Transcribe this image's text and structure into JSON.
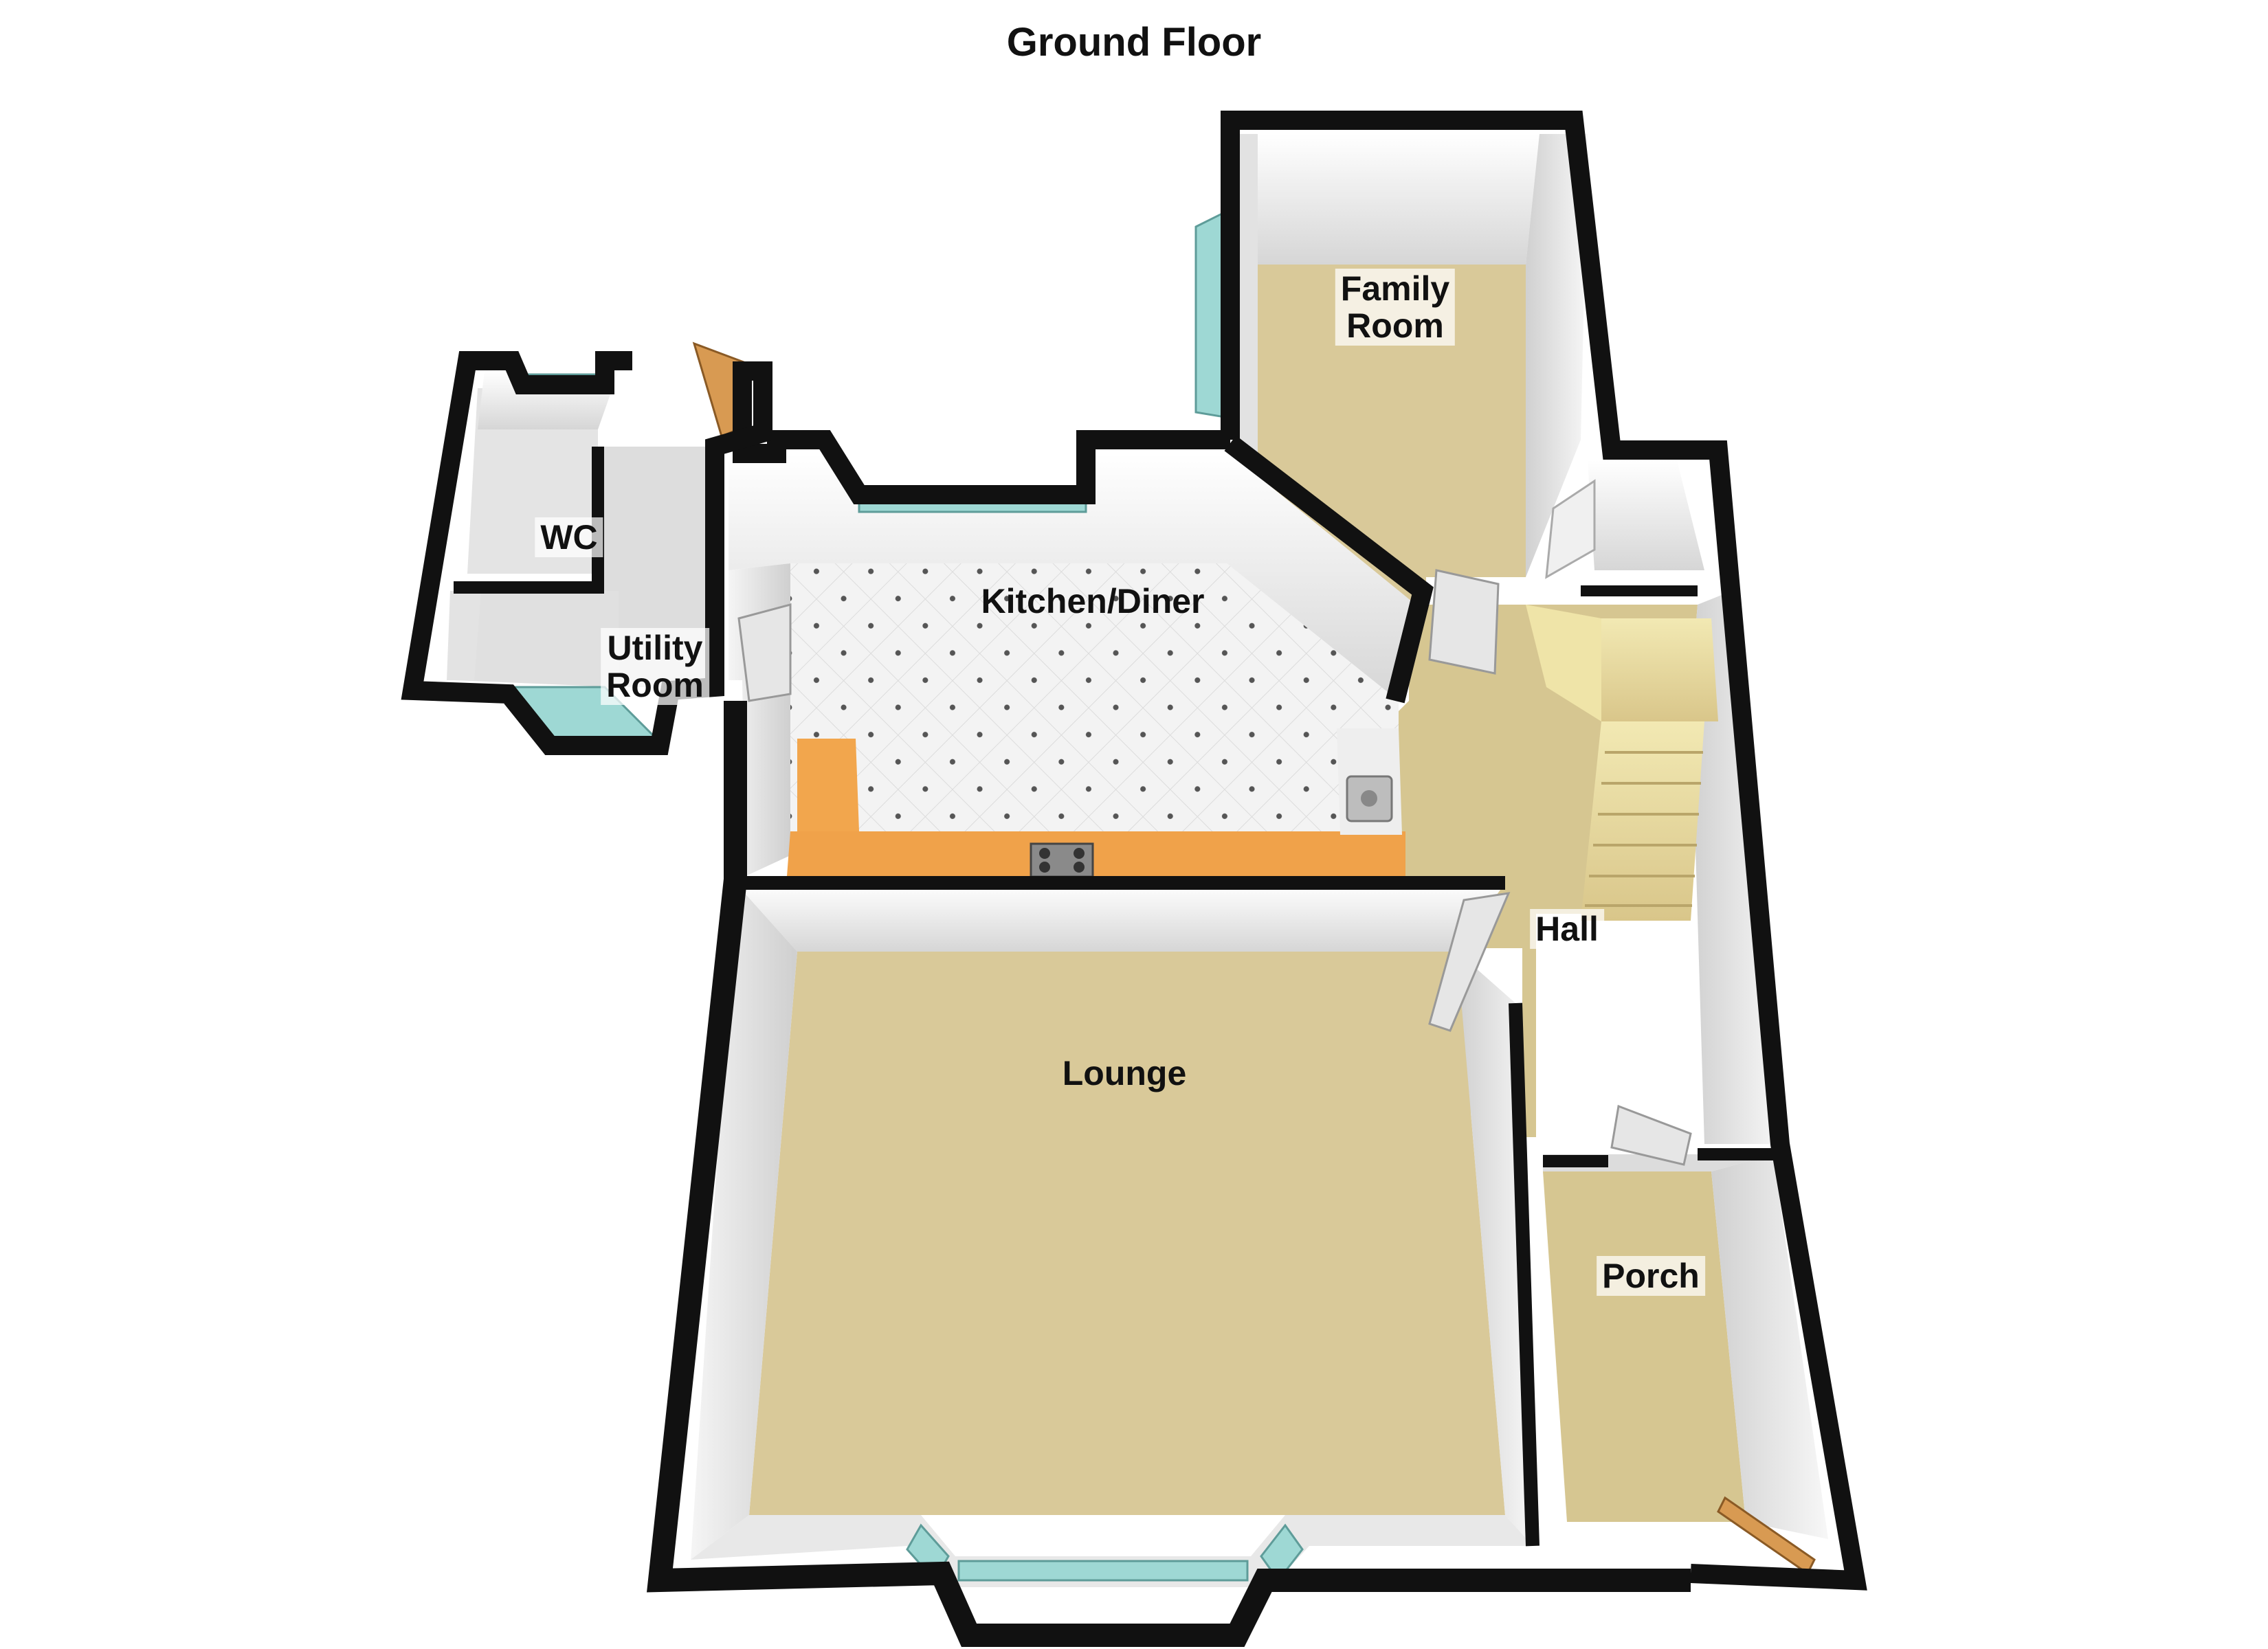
{
  "title": "Ground Floor",
  "rooms": {
    "family_room": {
      "line1": "Family",
      "line2": "Room"
    },
    "wc": {
      "label": "WC"
    },
    "kitchen": {
      "label": "Kitchen/Diner"
    },
    "utility": {
      "line1": "Utility",
      "line2": "Room"
    },
    "hall": {
      "label": "Hall"
    },
    "lounge": {
      "label": "Lounge"
    },
    "porch": {
      "label": "Porch"
    }
  },
  "colors": {
    "wall": "#111111",
    "carpet": "#d9c999",
    "carpet_dark": "#c9b57f",
    "tile": "#f3f3f3",
    "tile_dot": "#555555",
    "worktop": "#f2a64d",
    "window_glass": "#9ed8d4",
    "door_wood": "#d89a52"
  }
}
